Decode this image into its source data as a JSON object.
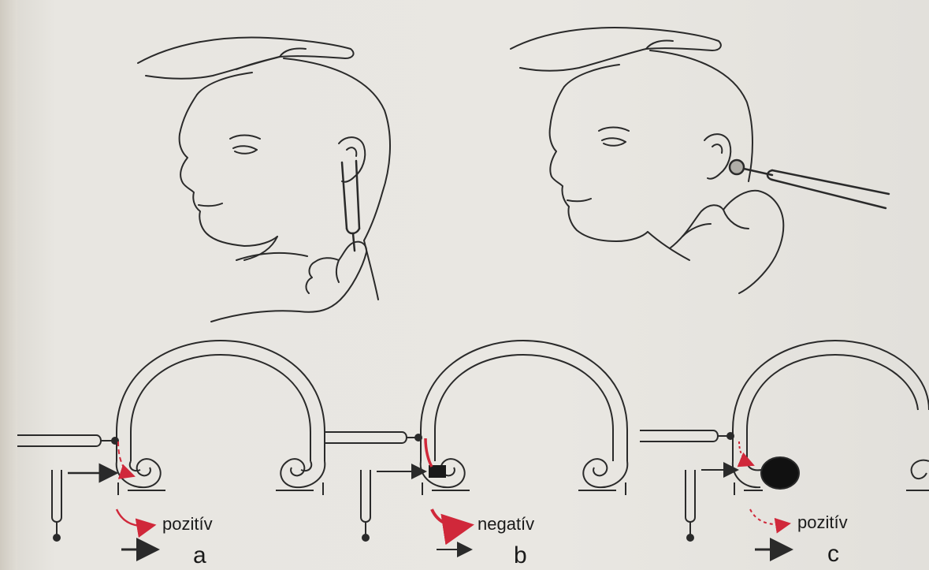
{
  "panels": [
    {
      "id": "a",
      "letter": "a",
      "result_label": "pozitív"
    },
    {
      "id": "b",
      "letter": "b",
      "result_label": "negatív"
    },
    {
      "id": "c",
      "letter": "c",
      "result_label": "pozitív"
    }
  ],
  "colors": {
    "line": "#2a2a2a",
    "red_arrow": "#d0283a",
    "background": "#e8e6e1"
  }
}
